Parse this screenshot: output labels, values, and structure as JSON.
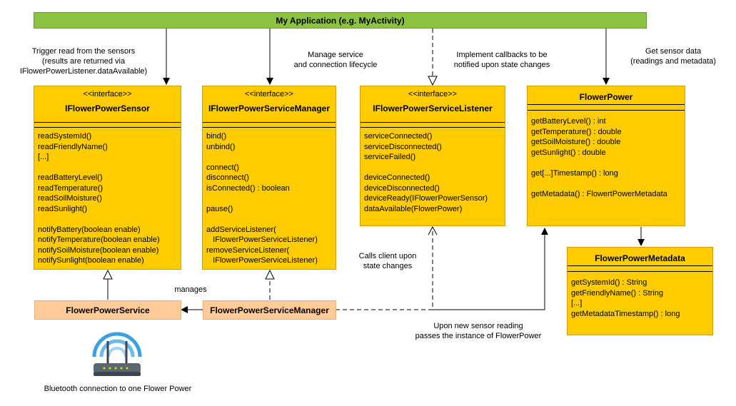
{
  "app": {
    "label": "My Application (e.g. MyActivity)"
  },
  "notes": {
    "trigger": "Trigger read from the sensors\n(results are returned via\nIFlowerPowerListener.dataAvailable)",
    "manage": "Manage service\nand connection lifecycle",
    "implement": "Implement callbacks to be\nnotified upon state changes",
    "get_data": "Get sensor data\n(readings and metadata)",
    "calls_client": "Calls client upon\nstate changes",
    "manages": "manages",
    "new_reading": "Upon new sensor reading\npasses the instance of FlowerPower",
    "bluetooth": "Bluetooth connection to one Flower Power"
  },
  "classes": {
    "sensor": {
      "stereotype": "<<interface>>",
      "name": "IFlowerPowerSensor",
      "methods": [
        [
          "readSystemId()",
          "readFriendlyName()",
          "[...]"
        ],
        [
          "readBatteryLevel()",
          "readTemperature()",
          "readSoilMoisture()",
          "readSunlight()"
        ],
        [
          "notifyBattery(boolean enable)",
          "notifyTemperature(boolean enable)",
          "notifySoilMoisture(boolean enable)",
          "notifySunlight(boolean enable)"
        ]
      ]
    },
    "service_manager": {
      "stereotype": "<<interface>>",
      "name": "IFlowerPowerServiceManager",
      "methods": [
        [
          "bind()",
          "unbind()"
        ],
        [
          "connect()",
          "disconnect()",
          "isConnected() : boolean"
        ],
        [
          "pause()"
        ],
        [
          "addServiceListener(",
          "   IFlowerPowerServiceListener)",
          "removeServiceListener(",
          "   IFlowerPowerServiceListener)"
        ]
      ]
    },
    "listener": {
      "stereotype": "<<interface>>",
      "name": "IFlowerPowerServiceListener",
      "methods": [
        [
          "serviceConnected()",
          "serviceDisconnected()",
          "serviceFailed()"
        ],
        [
          "deviceConnected()",
          "deviceDisconnected()",
          "deviceReady(IFlowerPowerSensor)",
          "dataAvailable(FlowerPower)"
        ]
      ]
    },
    "flower_power": {
      "name": "FlowerPower",
      "methods": [
        [
          "getBatteryLevel() : int",
          "getTemperature() : double",
          "getSoilMoisture() : double",
          "getSunlight() : double"
        ],
        [
          "get[...]Timestamp() : long"
        ],
        [
          "getMetadata() : FlowertPowerMetadata"
        ]
      ]
    },
    "metadata": {
      "name": "FlowerPowerMetadata",
      "methods": [
        [
          "getSystemId() : String",
          "getFriendlyName() : String",
          "[...]",
          "getMetadataTimestamp() : long"
        ]
      ]
    },
    "service_impl": {
      "name": "FlowerPowerService"
    },
    "manager_impl": {
      "name": "FlowerPowerServiceManager"
    }
  },
  "colors": {
    "app_bar": "#8cc43f",
    "interface_fill": "#ffcc00",
    "interface_border": "#d79b00",
    "impl_fill": "#ffcc99",
    "router_blue": "#3aa0e0",
    "router_gray": "#5a6670"
  },
  "icons": {
    "router": "wifi-router-icon"
  }
}
